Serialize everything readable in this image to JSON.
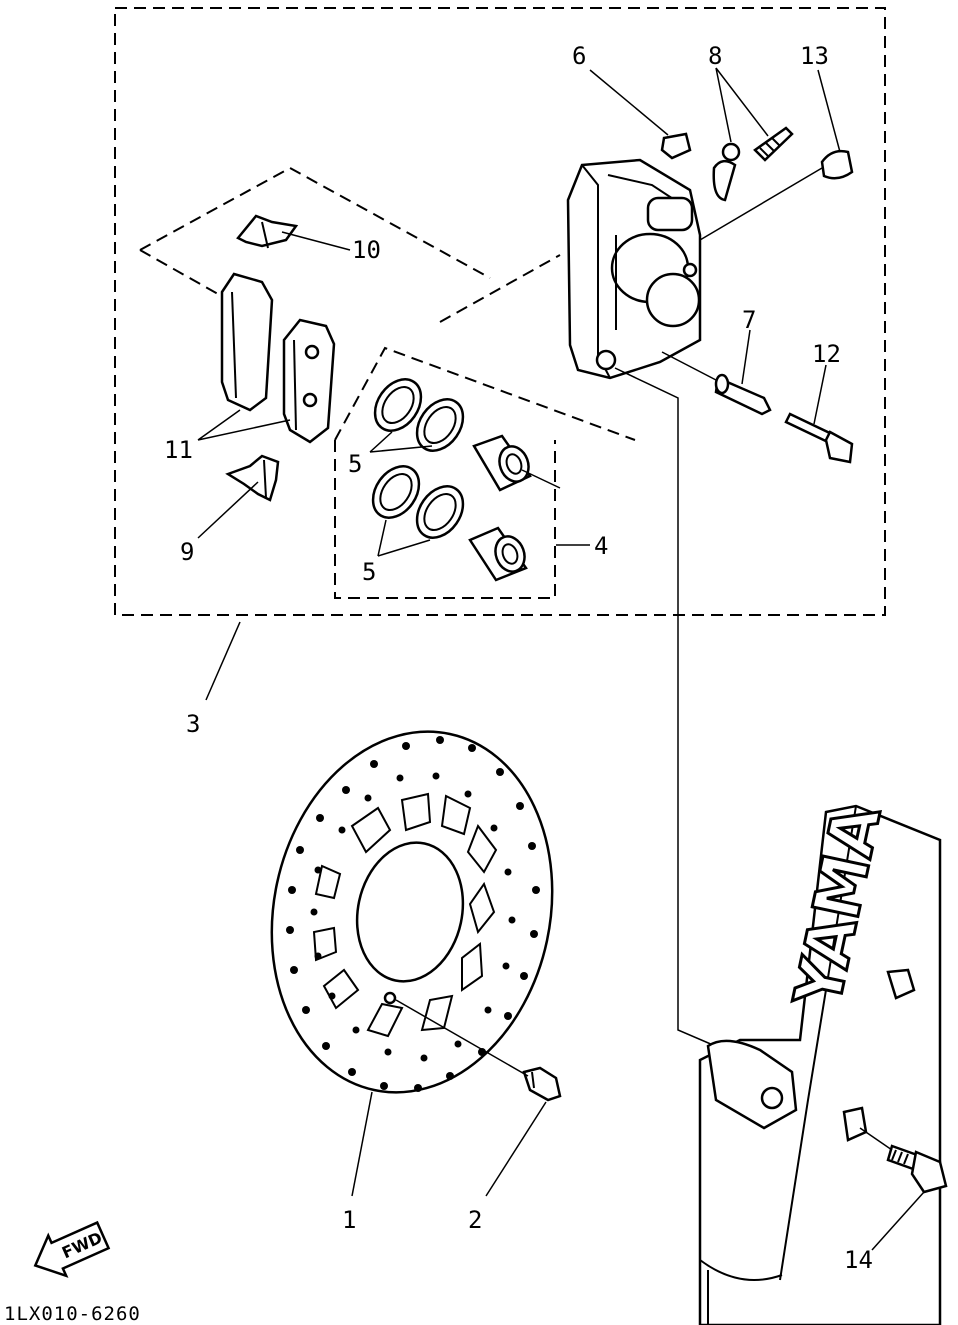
{
  "callouts": {
    "c1": "1",
    "c2": "2",
    "c3": "3",
    "c4": "4",
    "c5a": "5",
    "c5b": "5",
    "c6": "6",
    "c7": "7",
    "c8": "8",
    "c9": "9",
    "c10": "10",
    "c11": "11",
    "c12": "12",
    "c13": "13",
    "c14": "14"
  },
  "figure_code": "1LX010-6260",
  "fwd_label": "FWD",
  "fork_brand": "YAMA",
  "colors": {
    "ink": "#000000",
    "paper": "#ffffff"
  }
}
